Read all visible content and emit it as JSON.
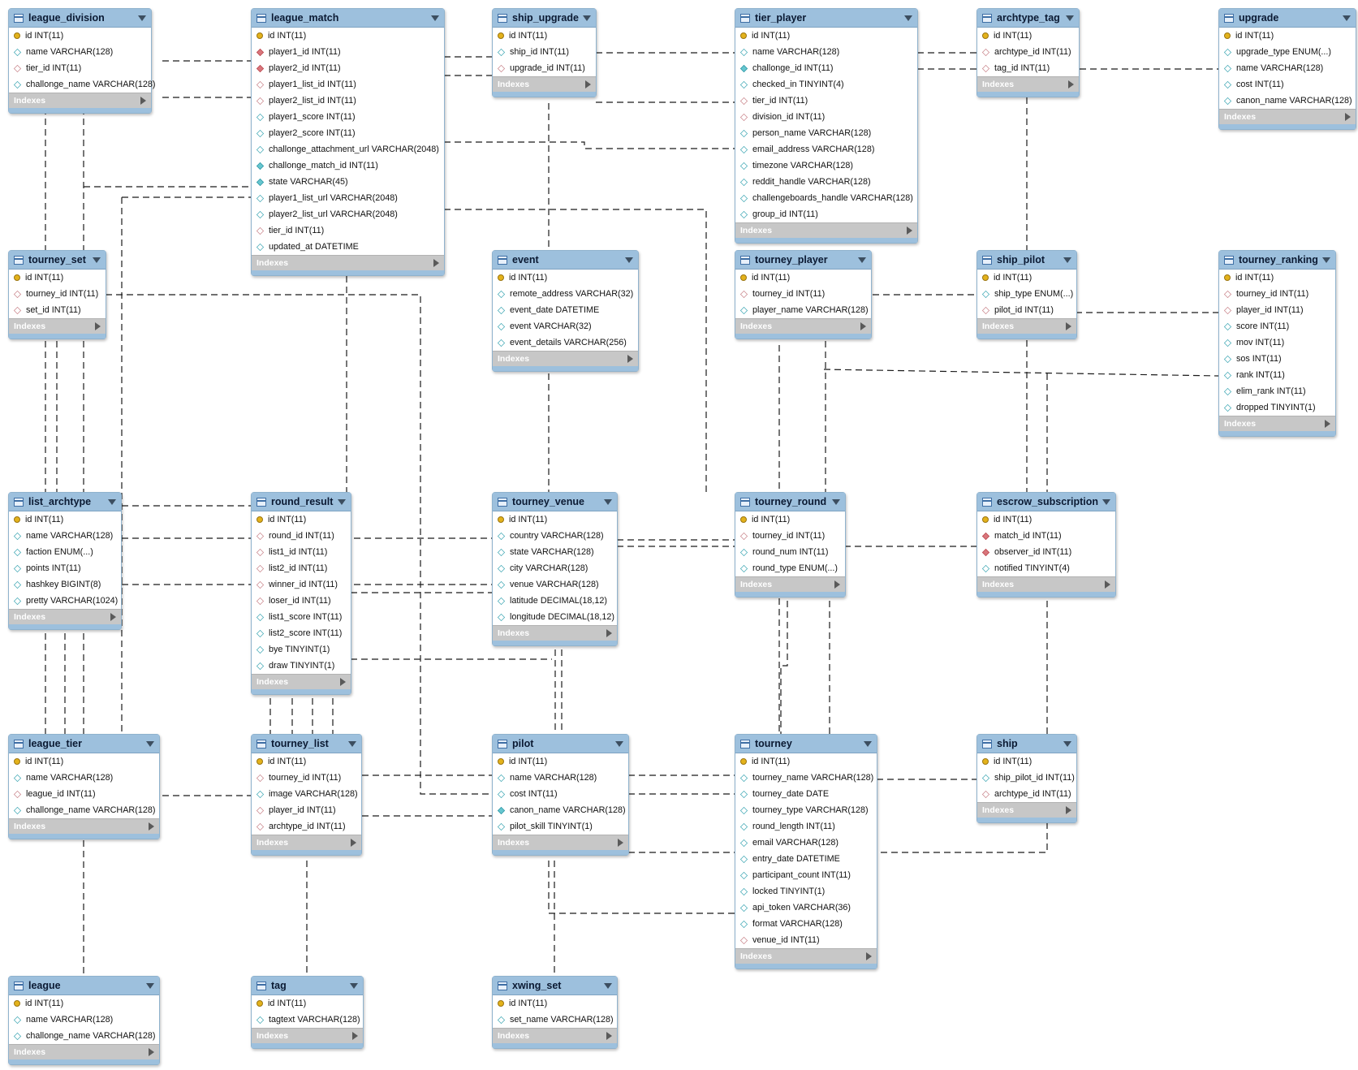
{
  "indexes_label": "Indexes",
  "tables": [
    {
      "key": "league_division",
      "name": "league_division",
      "columns": [
        {
          "text": "id INT(11)",
          "kind": "pk"
        },
        {
          "text": "name VARCHAR(128)",
          "kind": "col-n"
        },
        {
          "text": "tier_id INT(11)",
          "kind": "fk"
        },
        {
          "text": "challonge_name VARCHAR(128)",
          "kind": "col-n"
        }
      ]
    },
    {
      "key": "league_match",
      "name": "league_match",
      "columns": [
        {
          "text": "id INT(11)",
          "kind": "pk"
        },
        {
          "text": "player1_id INT(11)",
          "kind": "fkn"
        },
        {
          "text": "player2_id INT(11)",
          "kind": "fkn"
        },
        {
          "text": "player1_list_id INT(11)",
          "kind": "fk"
        },
        {
          "text": "player2_list_id INT(11)",
          "kind": "fk"
        },
        {
          "text": "player1_score INT(11)",
          "kind": "col-n"
        },
        {
          "text": "player2_score INT(11)",
          "kind": "col-n"
        },
        {
          "text": "challonge_attachment_url VARCHAR(2048)",
          "kind": "col-n"
        },
        {
          "text": "challonge_match_id INT(11)",
          "kind": "col-nn"
        },
        {
          "text": "state VARCHAR(45)",
          "kind": "col-nn"
        },
        {
          "text": "player1_list_url VARCHAR(2048)",
          "kind": "col-n"
        },
        {
          "text": "player2_list_url VARCHAR(2048)",
          "kind": "col-n"
        },
        {
          "text": "tier_id INT(11)",
          "kind": "fk"
        },
        {
          "text": "updated_at DATETIME",
          "kind": "col-n"
        }
      ]
    },
    {
      "key": "ship_upgrade",
      "name": "ship_upgrade",
      "columns": [
        {
          "text": "id INT(11)",
          "kind": "pk"
        },
        {
          "text": "ship_id INT(11)",
          "kind": "col-n"
        },
        {
          "text": "upgrade_id INT(11)",
          "kind": "fk"
        }
      ]
    },
    {
      "key": "tier_player",
      "name": "tier_player",
      "columns": [
        {
          "text": "id INT(11)",
          "kind": "pk"
        },
        {
          "text": "name VARCHAR(128)",
          "kind": "col-n"
        },
        {
          "text": "challonge_id INT(11)",
          "kind": "col-nn"
        },
        {
          "text": "checked_in TINYINT(4)",
          "kind": "col-n"
        },
        {
          "text": "tier_id INT(11)",
          "kind": "fk"
        },
        {
          "text": "division_id INT(11)",
          "kind": "fk"
        },
        {
          "text": "person_name VARCHAR(128)",
          "kind": "col-n"
        },
        {
          "text": "email_address VARCHAR(128)",
          "kind": "col-n"
        },
        {
          "text": "timezone VARCHAR(128)",
          "kind": "col-n"
        },
        {
          "text": "reddit_handle VARCHAR(128)",
          "kind": "col-n"
        },
        {
          "text": "challengeboards_handle VARCHAR(128)",
          "kind": "col-n"
        },
        {
          "text": "group_id INT(11)",
          "kind": "col-n"
        }
      ]
    },
    {
      "key": "archtype_tag",
      "name": "archtype_tag",
      "columns": [
        {
          "text": "id INT(11)",
          "kind": "pk"
        },
        {
          "text": "archtype_id INT(11)",
          "kind": "fk"
        },
        {
          "text": "tag_id INT(11)",
          "kind": "fk"
        }
      ]
    },
    {
      "key": "upgrade",
      "name": "upgrade",
      "columns": [
        {
          "text": "id INT(11)",
          "kind": "pk"
        },
        {
          "text": "upgrade_type ENUM(...)",
          "kind": "col-n"
        },
        {
          "text": "name VARCHAR(128)",
          "kind": "col-n"
        },
        {
          "text": "cost INT(11)",
          "kind": "col-n"
        },
        {
          "text": "canon_name VARCHAR(128)",
          "kind": "col-n"
        }
      ]
    },
    {
      "key": "tourney_set",
      "name": "tourney_set",
      "columns": [
        {
          "text": "id INT(11)",
          "kind": "pk"
        },
        {
          "text": "tourney_id INT(11)",
          "kind": "fk"
        },
        {
          "text": "set_id INT(11)",
          "kind": "fk"
        }
      ]
    },
    {
      "key": "event",
      "name": "event",
      "columns": [
        {
          "text": "id INT(11)",
          "kind": "pk"
        },
        {
          "text": "remote_address VARCHAR(32)",
          "kind": "col-n"
        },
        {
          "text": "event_date DATETIME",
          "kind": "col-n"
        },
        {
          "text": "event VARCHAR(32)",
          "kind": "col-n"
        },
        {
          "text": "event_details VARCHAR(256)",
          "kind": "col-n"
        }
      ]
    },
    {
      "key": "tourney_player",
      "name": "tourney_player",
      "columns": [
        {
          "text": "id INT(11)",
          "kind": "pk"
        },
        {
          "text": "tourney_id INT(11)",
          "kind": "fk"
        },
        {
          "text": "player_name VARCHAR(128)",
          "kind": "col-n"
        }
      ]
    },
    {
      "key": "ship_pilot",
      "name": "ship_pilot",
      "columns": [
        {
          "text": "id INT(11)",
          "kind": "pk"
        },
        {
          "text": "ship_type ENUM(...)",
          "kind": "col-n"
        },
        {
          "text": "pilot_id INT(11)",
          "kind": "fk"
        }
      ]
    },
    {
      "key": "tourney_ranking",
      "name": "tourney_ranking",
      "columns": [
        {
          "text": "id INT(11)",
          "kind": "pk"
        },
        {
          "text": "tourney_id INT(11)",
          "kind": "fk"
        },
        {
          "text": "player_id INT(11)",
          "kind": "fk"
        },
        {
          "text": "score INT(11)",
          "kind": "col-n"
        },
        {
          "text": "mov INT(11)",
          "kind": "col-n"
        },
        {
          "text": "sos INT(11)",
          "kind": "col-n"
        },
        {
          "text": "rank INT(11)",
          "kind": "col-n"
        },
        {
          "text": "elim_rank INT(11)",
          "kind": "col-n"
        },
        {
          "text": "dropped TINYINT(1)",
          "kind": "col-n"
        }
      ]
    },
    {
      "key": "list_archtype",
      "name": "list_archtype",
      "columns": [
        {
          "text": "id INT(11)",
          "kind": "pk"
        },
        {
          "text": "name VARCHAR(128)",
          "kind": "col-n"
        },
        {
          "text": "faction ENUM(...)",
          "kind": "col-n"
        },
        {
          "text": "points INT(11)",
          "kind": "col-n"
        },
        {
          "text": "hashkey BIGINT(8)",
          "kind": "col-n"
        },
        {
          "text": "pretty VARCHAR(1024)",
          "kind": "col-n"
        }
      ]
    },
    {
      "key": "round_result",
      "name": "round_result",
      "columns": [
        {
          "text": "id INT(11)",
          "kind": "pk"
        },
        {
          "text": "round_id INT(11)",
          "kind": "fk"
        },
        {
          "text": "list1_id INT(11)",
          "kind": "fk"
        },
        {
          "text": "list2_id INT(11)",
          "kind": "fk"
        },
        {
          "text": "winner_id INT(11)",
          "kind": "fk"
        },
        {
          "text": "loser_id INT(11)",
          "kind": "fk"
        },
        {
          "text": "list1_score INT(11)",
          "kind": "col-n"
        },
        {
          "text": "list2_score INT(11)",
          "kind": "col-n"
        },
        {
          "text": "bye TINYINT(1)",
          "kind": "col-n"
        },
        {
          "text": "draw TINYINT(1)",
          "kind": "col-n"
        }
      ]
    },
    {
      "key": "tourney_venue",
      "name": "tourney_venue",
      "columns": [
        {
          "text": "id INT(11)",
          "kind": "pk"
        },
        {
          "text": "country VARCHAR(128)",
          "kind": "col-n"
        },
        {
          "text": "state VARCHAR(128)",
          "kind": "col-n"
        },
        {
          "text": "city VARCHAR(128)",
          "kind": "col-n"
        },
        {
          "text": "venue VARCHAR(128)",
          "kind": "col-n"
        },
        {
          "text": "latitude DECIMAL(18,12)",
          "kind": "col-n"
        },
        {
          "text": "longitude DECIMAL(18,12)",
          "kind": "col-n"
        }
      ]
    },
    {
      "key": "tourney_round",
      "name": "tourney_round",
      "columns": [
        {
          "text": "id INT(11)",
          "kind": "pk"
        },
        {
          "text": "tourney_id INT(11)",
          "kind": "fk"
        },
        {
          "text": "round_num INT(11)",
          "kind": "col-n"
        },
        {
          "text": "round_type ENUM(...)",
          "kind": "col-n"
        }
      ]
    },
    {
      "key": "escrow_subscription",
      "name": "escrow_subscription",
      "columns": [
        {
          "text": "id INT(11)",
          "kind": "pk"
        },
        {
          "text": "match_id INT(11)",
          "kind": "fkn"
        },
        {
          "text": "observer_id INT(11)",
          "kind": "fkn"
        },
        {
          "text": "notified TINYINT(4)",
          "kind": "col-n"
        }
      ]
    },
    {
      "key": "league_tier",
      "name": "league_tier",
      "columns": [
        {
          "text": "id INT(11)",
          "kind": "pk"
        },
        {
          "text": "name VARCHAR(128)",
          "kind": "col-n"
        },
        {
          "text": "league_id INT(11)",
          "kind": "fk"
        },
        {
          "text": "challonge_name VARCHAR(128)",
          "kind": "col-n"
        }
      ]
    },
    {
      "key": "tourney_list",
      "name": "tourney_list",
      "columns": [
        {
          "text": "id INT(11)",
          "kind": "pk"
        },
        {
          "text": "tourney_id INT(11)",
          "kind": "fk"
        },
        {
          "text": "image VARCHAR(128)",
          "kind": "col-n"
        },
        {
          "text": "player_id INT(11)",
          "kind": "fk"
        },
        {
          "text": "archtype_id INT(11)",
          "kind": "fk"
        }
      ]
    },
    {
      "key": "pilot",
      "name": "pilot",
      "columns": [
        {
          "text": "id INT(11)",
          "kind": "pk"
        },
        {
          "text": "name VARCHAR(128)",
          "kind": "col-n"
        },
        {
          "text": "cost INT(11)",
          "kind": "col-n"
        },
        {
          "text": "canon_name VARCHAR(128)",
          "kind": "col-nn"
        },
        {
          "text": "pilot_skill TINYINT(1)",
          "kind": "col-n"
        }
      ]
    },
    {
      "key": "tourney",
      "name": "tourney",
      "columns": [
        {
          "text": "id INT(11)",
          "kind": "pk"
        },
        {
          "text": "tourney_name VARCHAR(128)",
          "kind": "col-n"
        },
        {
          "text": "tourney_date DATE",
          "kind": "col-n"
        },
        {
          "text": "tourney_type VARCHAR(128)",
          "kind": "col-n"
        },
        {
          "text": "round_length INT(11)",
          "kind": "col-n"
        },
        {
          "text": "email VARCHAR(128)",
          "kind": "col-n"
        },
        {
          "text": "entry_date DATETIME",
          "kind": "col-n"
        },
        {
          "text": "participant_count INT(11)",
          "kind": "col-n"
        },
        {
          "text": "locked TINYINT(1)",
          "kind": "col-n"
        },
        {
          "text": "api_token VARCHAR(36)",
          "kind": "col-n"
        },
        {
          "text": "format VARCHAR(128)",
          "kind": "col-n"
        },
        {
          "text": "venue_id INT(11)",
          "kind": "fk"
        }
      ]
    },
    {
      "key": "ship",
      "name": "ship",
      "columns": [
        {
          "text": "id INT(11)",
          "kind": "pk"
        },
        {
          "text": "ship_pilot_id INT(11)",
          "kind": "col-n"
        },
        {
          "text": "archtype_id INT(11)",
          "kind": "fk"
        }
      ]
    },
    {
      "key": "league",
      "name": "league",
      "columns": [
        {
          "text": "id INT(11)",
          "kind": "pk"
        },
        {
          "text": "name VARCHAR(128)",
          "kind": "col-n"
        },
        {
          "text": "challonge_name VARCHAR(128)",
          "kind": "col-n"
        }
      ]
    },
    {
      "key": "tag",
      "name": "tag",
      "columns": [
        {
          "text": "id INT(11)",
          "kind": "pk"
        },
        {
          "text": "tagtext VARCHAR(128)",
          "kind": "col-n"
        }
      ]
    },
    {
      "key": "xwing_set",
      "name": "xwing_set",
      "columns": [
        {
          "text": "id INT(11)",
          "kind": "pk"
        },
        {
          "text": "set_name VARCHAR(128)",
          "kind": "col-n"
        }
      ]
    }
  ]
}
